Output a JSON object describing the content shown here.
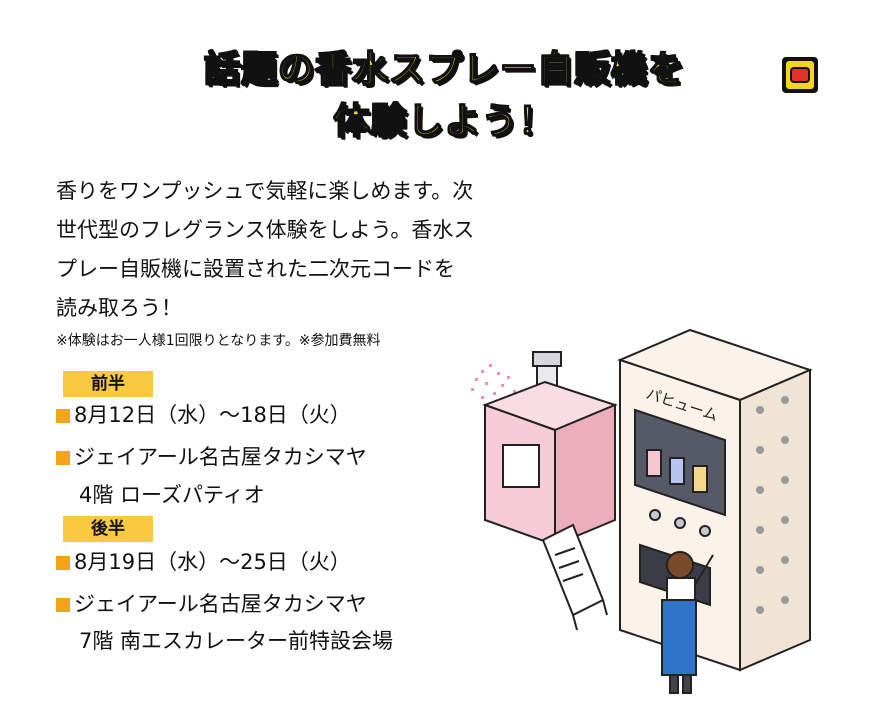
{
  "title": {
    "line1": "話題の香水スプレー自販機を",
    "line2": "体験しよう！"
  },
  "badge_icon": "speech-bubble-badge-icon",
  "intro": [
    "香りをワンプッシュで気軽に楽しめます。次",
    "世代型のフレグランス体験をしよう。香水ス",
    "プレー自販機に設置された二次元コードを",
    "読み取ろう！"
  ],
  "note": "※体験はお一人様1回限りとなります。※参加費無料",
  "first_half": {
    "label": "前半",
    "date": "8月12日（水）～18日（火）",
    "venue_line1": "ジェイアール名古屋タカシマヤ",
    "venue_line2": "4階 ローズパティオ"
  },
  "second_half": {
    "label": "後半",
    "date": "8月19日（水）～25日（火）",
    "venue_line1": "ジェイアール名古屋タカシマヤ",
    "venue_line2": "7階 南エスカレーター前特設会場"
  },
  "machine_sign": "パヒューム",
  "colors": {
    "title_fill": "#f7d51a",
    "label_bg": "#f9c940",
    "bullet": "#f2a516",
    "bottle_pink": "#f4c6d0",
    "machine_cream": "#fbf3ea",
    "apron_blue": "#2e74c9"
  }
}
